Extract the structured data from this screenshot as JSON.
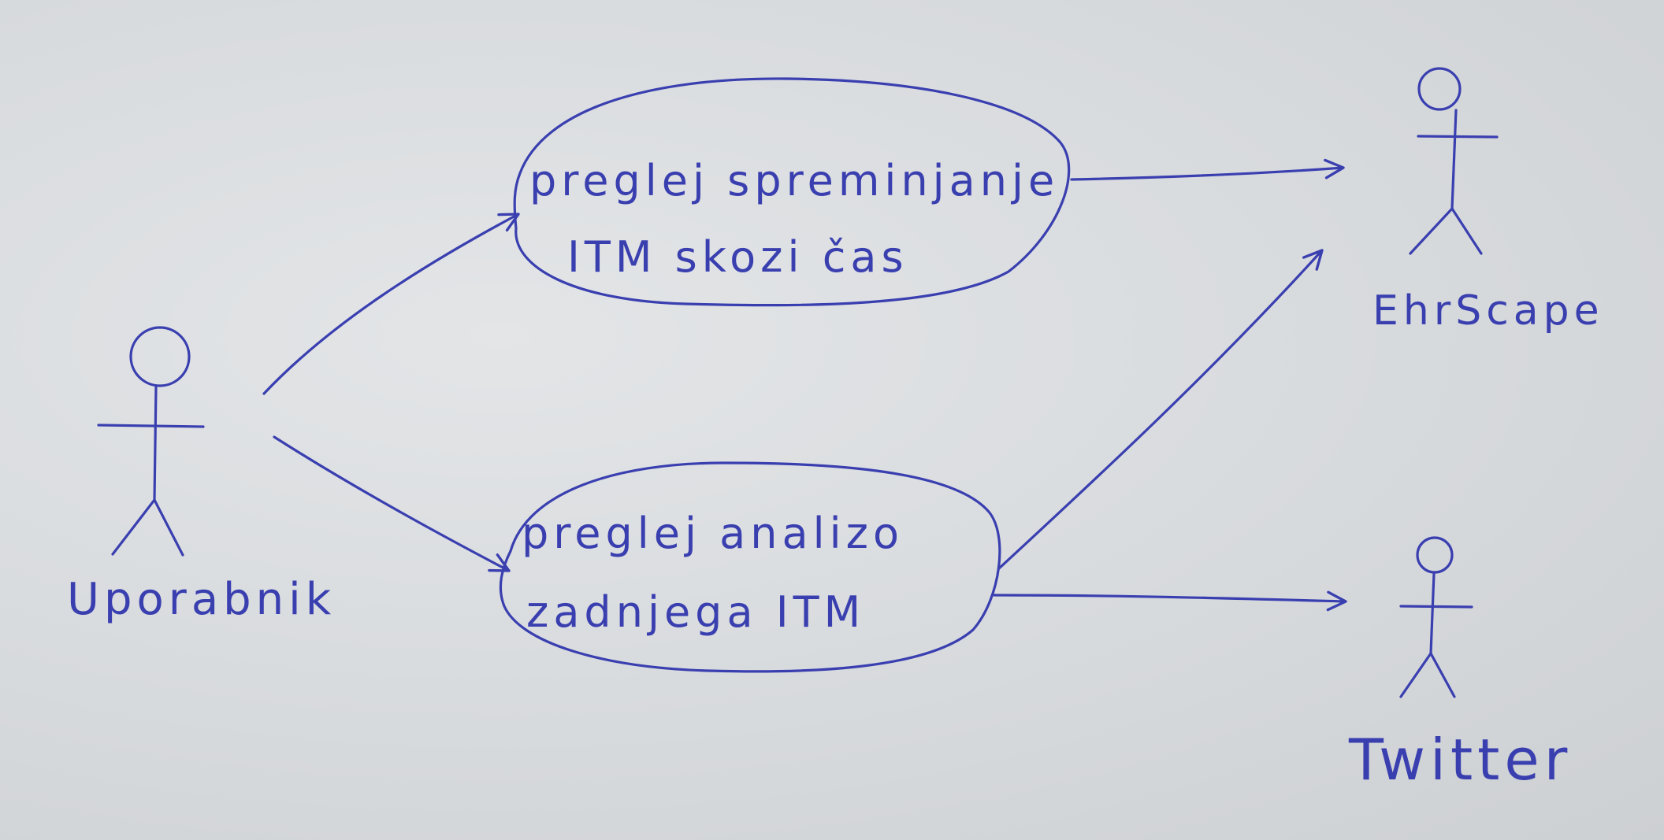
{
  "colors": {
    "ink": "#3a3fb0",
    "paper": "#d9dcdf"
  },
  "actors": {
    "user": {
      "label": "Uporabnik"
    },
    "ehrscape": {
      "label": "EhrScape"
    },
    "twitter": {
      "label": "Twitter"
    }
  },
  "use_cases": {
    "history": {
      "line1": "preglej spreminjanje",
      "line2": "ITM skozi čas"
    },
    "analysis": {
      "line1": "preglej analizo",
      "line2": "zadnjega ITM"
    }
  }
}
